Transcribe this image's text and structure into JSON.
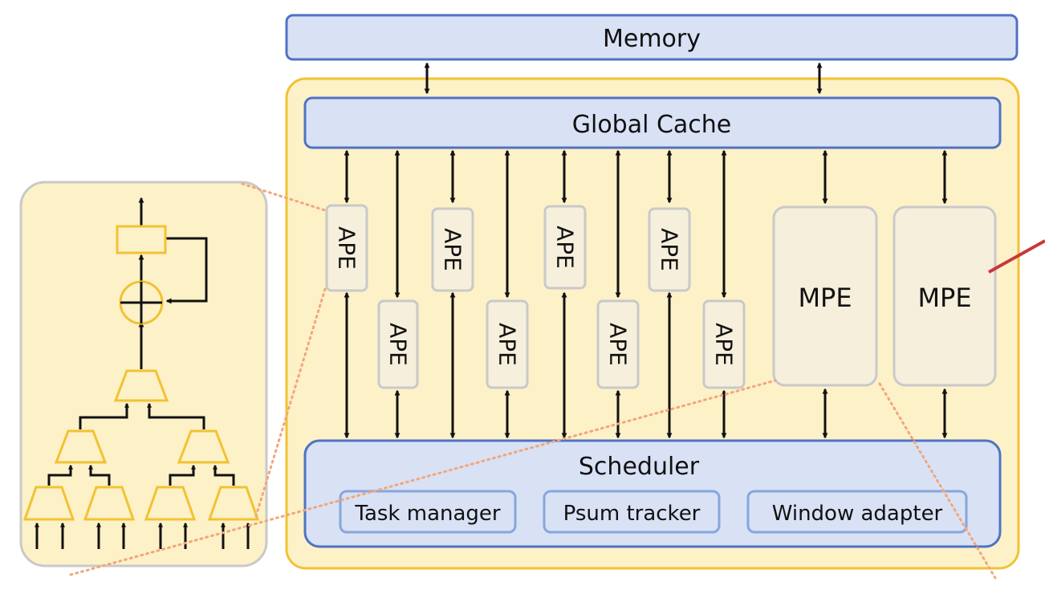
{
  "blocks": {
    "memory": "Memory",
    "global_cache": "Global Cache",
    "scheduler": "Scheduler"
  },
  "scheduler_modules": [
    "Task manager",
    "Psum tracker",
    "Window adapter"
  ],
  "ape_label": "APE",
  "ape_count": 8,
  "mpe_labels": [
    "MPE",
    "MPE"
  ],
  "colors": {
    "blue_fill": "#d9e1f5",
    "blue_stroke": "#4f72c4",
    "yellow_fill": "#fdf1c8",
    "yellow_stroke": "#f2c232",
    "pe_fill": "#f6efdc",
    "pe_stroke": "#c9c9c9",
    "arrow": "#111111",
    "zoom_line": "#f2a77a",
    "red_line": "#c8383a"
  }
}
